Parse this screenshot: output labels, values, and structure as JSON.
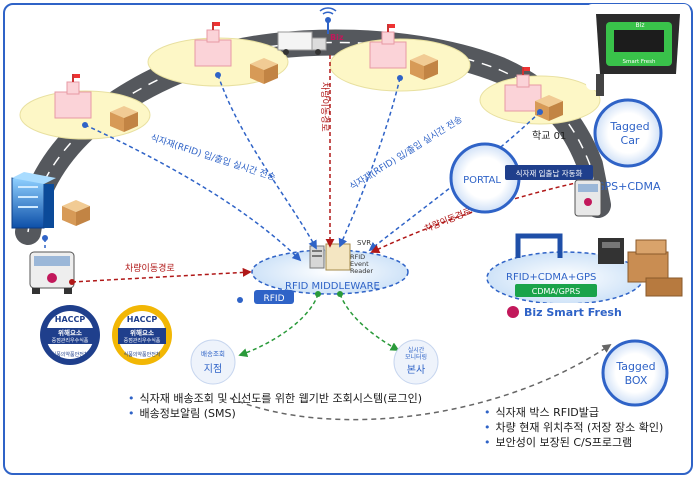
{
  "labels": {
    "school": "학교 01",
    "tagged_car": [
      "Tagged",
      "Car"
    ],
    "tagged_box": [
      "Tagged",
      "BOX"
    ],
    "portal": "PORTAL",
    "portal_badge": "식자재 입출납 자동화",
    "gps_cdma": "GPS+CDMA",
    "rfid_cdma_gps": "RFID+CDMA+GPS",
    "cdma_gprs": "CDMA/GPRS",
    "brand": "Biz Smart Fresh",
    "svr": "SVR",
    "reader": [
      "RFID",
      "Event",
      "Reader"
    ],
    "middleware": "RFID MIDDLEWARE",
    "rfid_tag": "RFID",
    "route_left": "차량이동경로",
    "route_right": "차량이동경로",
    "route_top": "차량이동경로",
    "flow_left": "식자재(RFID) 입/출입 실시간 전송",
    "flow_right": "식자재(RFID) 입/출입 실시간 전송",
    "branch_small": "배송조회",
    "branch": "지점",
    "hq_small": [
      "실시간",
      "모니터링"
    ],
    "hq": "본사",
    "device_brand": "Biz",
    "device_label": "Smart Fresh",
    "truck_brand": "Biz",
    "haccp_word": "HACCP",
    "haccp_sub": [
      "위해요소",
      "중점관리우수식품"
    ],
    "haccp_bottom": "식품의약품안전처"
  },
  "bullets_left": [
    "식자재 배송조회 및 신선도를 위한 웹기반 조회시스템(로그인)",
    "배송정보알림 (SMS)"
  ],
  "bullets_right": [
    "식자재 박스 RFID발급",
    "차량 현재 위치추적 (저장 장소 확인)",
    "보안성이 보장된 C/S프로그램"
  ],
  "colors": {
    "frame": "#2f63c7",
    "arrow_blue": "#2f63c7",
    "arrow_red": "#b01818",
    "arrow_green": "#2a9a3a",
    "green_badge": "#1aa34a",
    "haccp_navy": "#1f3f8c",
    "haccp_gold": "#f2b705",
    "road": "#55585d"
  }
}
